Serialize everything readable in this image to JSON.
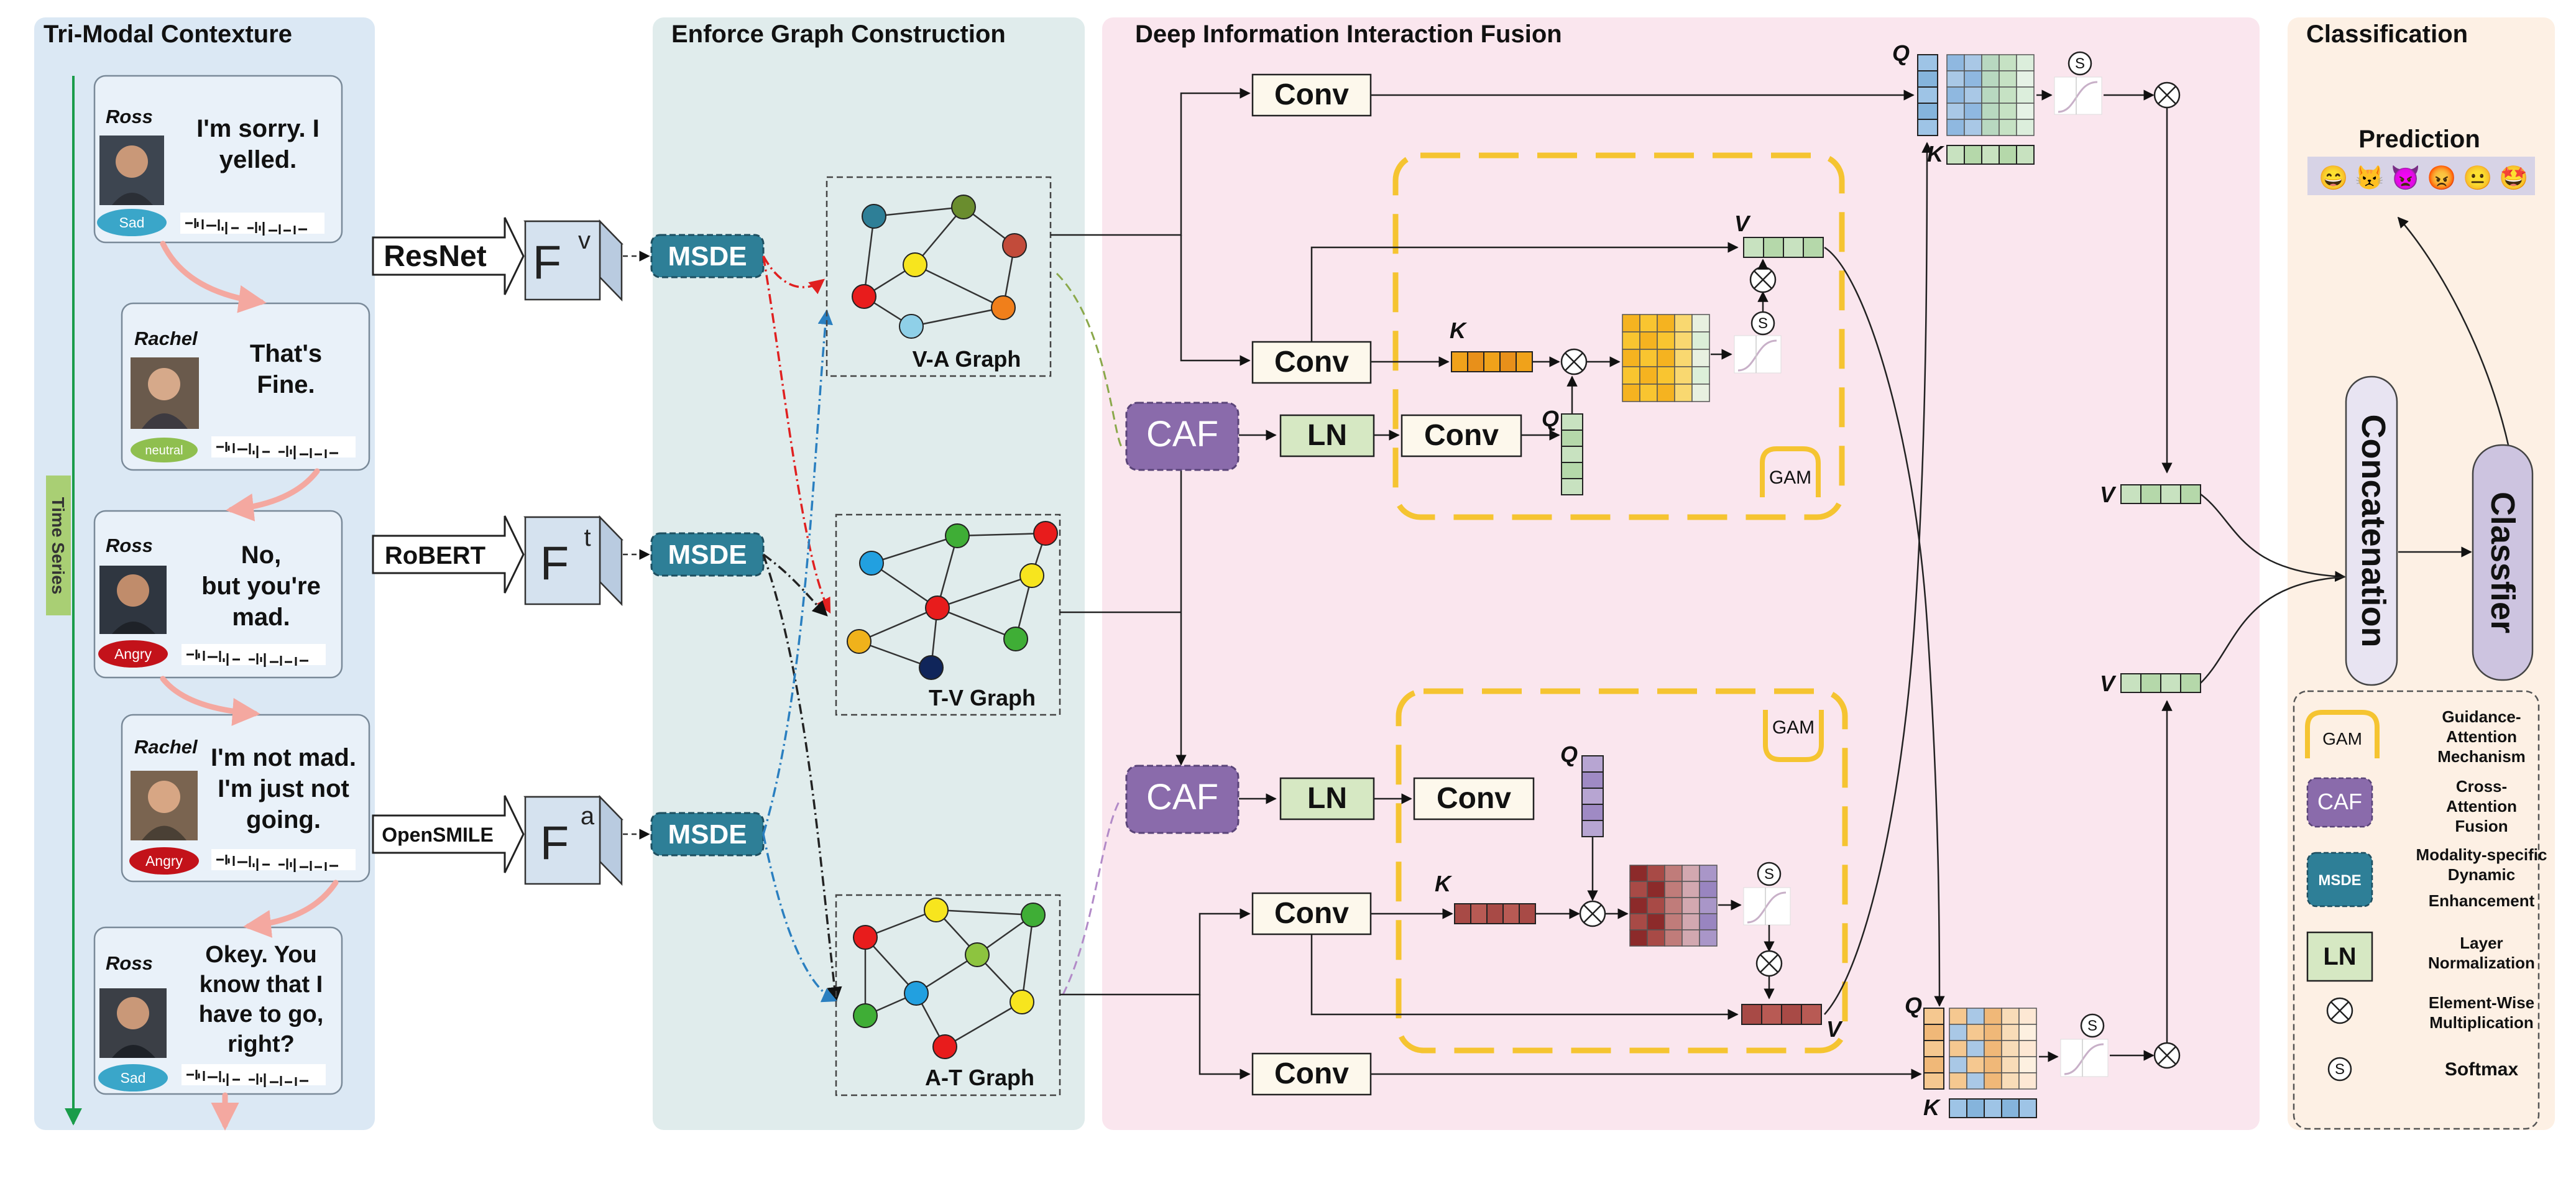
{
  "sections": {
    "tri_modal": "Tri-Modal Contexture",
    "graph": "Enforce Graph Construction",
    "fusion": "Deep Information Interaction Fusion",
    "classification": "Classification"
  },
  "time_series": "Time Series",
  "dialogue": [
    {
      "speaker": "Ross",
      "line1": "I'm sorry. I",
      "line2": "yelled.",
      "line3": "",
      "line4": "",
      "emotion": "Sad",
      "emotion_color": "#3aa6c9"
    },
    {
      "speaker": "Rachel",
      "line1": "That's",
      "line2": "Fine.",
      "line3": "",
      "line4": "",
      "emotion": "neutral",
      "emotion_color": "#8fbf4f"
    },
    {
      "speaker": "Ross",
      "line1": "No,",
      "line2": "but you're",
      "line3": "mad.",
      "line4": "",
      "emotion": "Angry",
      "emotion_color": "#c3121a"
    },
    {
      "speaker": "Rachel",
      "line1": "I'm not mad.",
      "line2": "I'm just not",
      "line3": "going.",
      "line4": "",
      "emotion": "Angry",
      "emotion_color": "#c3121a"
    },
    {
      "speaker": "Ross",
      "line1": "Okey. You",
      "line2": "know that I",
      "line3": "have to go,",
      "line4": "right?",
      "emotion": "Sad",
      "emotion_color": "#3aa6c9"
    }
  ],
  "encoders": [
    "ResNet",
    "RoBERT",
    "OpenSMILE"
  ],
  "features": [
    {
      "main": "F",
      "sup": "v"
    },
    {
      "main": "F",
      "sup": "t"
    },
    {
      "main": "F",
      "sup": "a"
    }
  ],
  "msde": "MSDE",
  "graphs": [
    "V-A Graph",
    "T-V Graph",
    "A-T Graph"
  ],
  "blocks": {
    "conv": "Conv",
    "ln": "LN",
    "caf": "CAF",
    "gam": "GAM"
  },
  "symbols": {
    "q": "Q",
    "k": "K",
    "v": "V",
    "s": "S"
  },
  "concatenation": "Concatenation",
  "classifier": "Classfier",
  "prediction": "Prediction",
  "prediction_emojis": [
    "😄",
    "😾",
    "👿",
    "😡",
    "😐",
    "🤩"
  ],
  "legend": [
    {
      "key": "GAM",
      "label1": "Guidance-",
      "label2": "Attention",
      "label3": "Mechanism"
    },
    {
      "key": "CAF",
      "label1": "Cross-",
      "label2": "Attention",
      "label3": "Fusion"
    },
    {
      "key": "MSDE",
      "label1": "Modality-specific",
      "label2": "Dynamic",
      "label3": "Enhancement"
    },
    {
      "key": "LN",
      "label1": "Layer",
      "label2": "Normalization",
      "label3": ""
    },
    {
      "key": "mult",
      "label1": "Element-Wise",
      "label2": "Multiplication",
      "label3": ""
    },
    {
      "key": "S",
      "label1": "Softmax",
      "label2": "",
      "label3": ""
    }
  ],
  "colors": {
    "panel_blue": "#dbe8f4",
    "panel_teal": "#e0ecec",
    "panel_pink": "#fae6ee",
    "panel_peach": "#fdf0e4",
    "msde": "#2e7f97",
    "caf": "#8a6bab",
    "ln": "#d6e8c3",
    "conv": "#fdf8ec",
    "gam": "#f5c431",
    "arrow_pink": "#f4a8a0"
  }
}
